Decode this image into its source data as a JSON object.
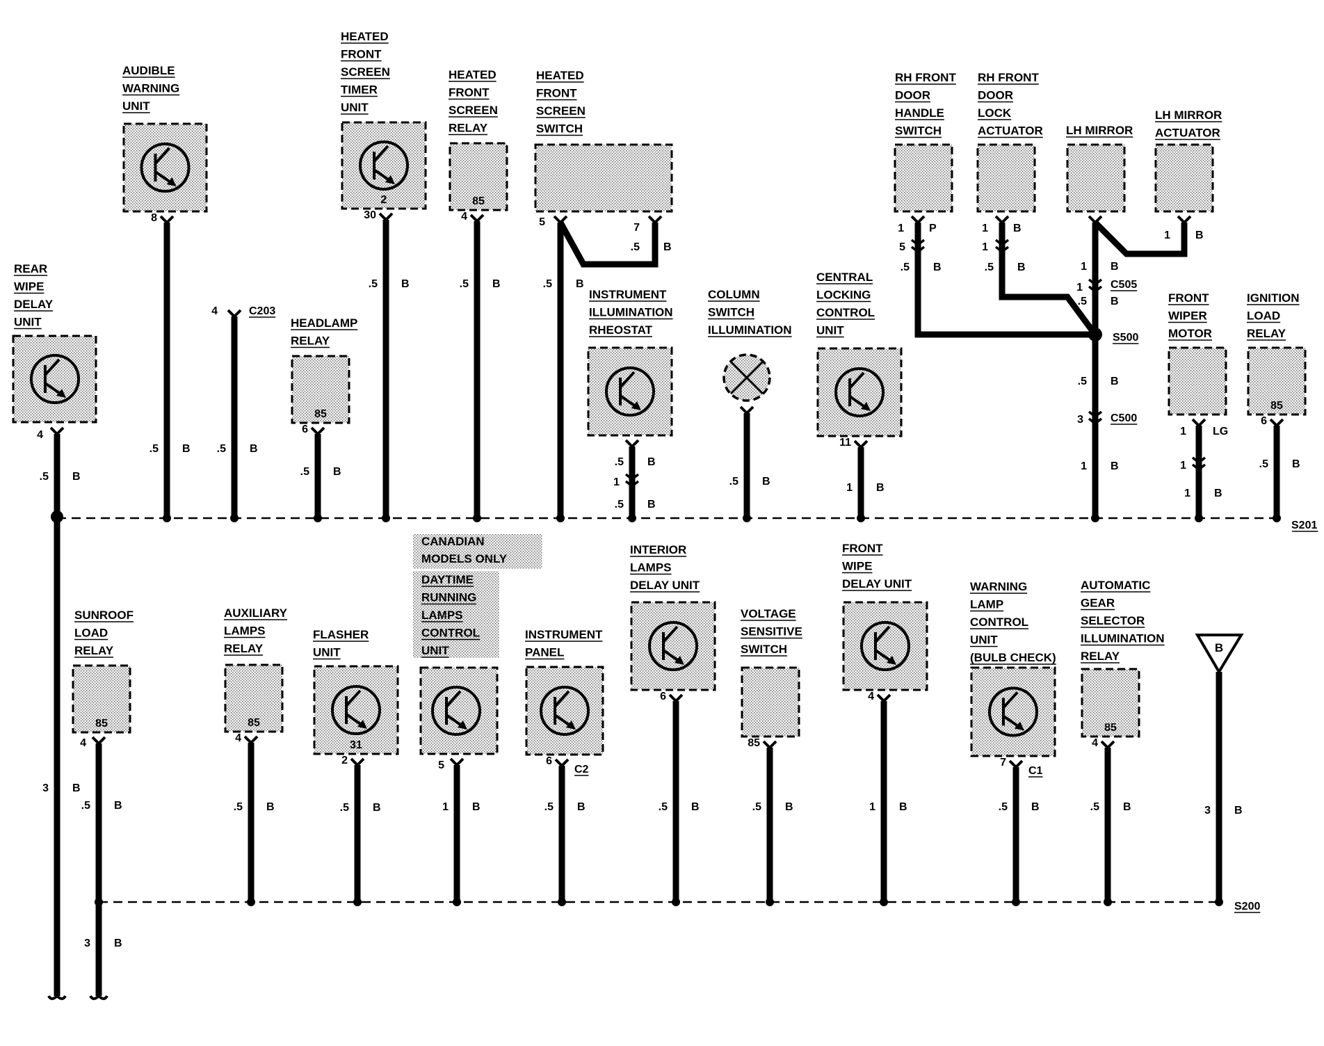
{
  "bus_labels": {
    "upper": "S201",
    "lower": "S200"
  },
  "canadian_note": [
    "CANADIAN",
    "MODELS ONLY"
  ],
  "ground_symbol": "B",
  "components": [
    {
      "id": "rear-wipe-delay-unit",
      "label": [
        "REAR",
        "WIPE",
        "DELAY",
        "UNIT"
      ],
      "type": "transistor",
      "pin": "4",
      "wire": [
        ".5",
        "B"
      ]
    },
    {
      "id": "audible-warning-unit",
      "label": [
        "AUDIBLE",
        "WARNING",
        "UNIT"
      ],
      "type": "transistor",
      "pin": "8",
      "wire": [
        ".5",
        "B"
      ]
    },
    {
      "id": "c203",
      "label": [
        "C203"
      ],
      "type": "connector",
      "pin": "4",
      "wire": [
        ".5",
        "B"
      ]
    },
    {
      "id": "headlamp-relay",
      "label": [
        "HEADLAMP",
        "RELAY"
      ],
      "type": "relay",
      "inner": "85",
      "pin": "6",
      "wire": [
        ".5",
        "B"
      ]
    },
    {
      "id": "heated-front-screen-timer-unit",
      "label": [
        "HEATED",
        "FRONT",
        "SCREEN",
        "TIMER",
        "UNIT"
      ],
      "type": "transistor",
      "inner": "2",
      "pin": "30",
      "wire": [
        ".5",
        "B"
      ]
    },
    {
      "id": "heated-front-screen-relay",
      "label": [
        "HEATED",
        "FRONT",
        "SCREEN",
        "RELAY"
      ],
      "type": "relay",
      "inner": "85",
      "pin": "4",
      "wire": [
        ".5",
        "B"
      ]
    },
    {
      "id": "heated-front-screen-switch",
      "label": [
        "HEATED",
        "FRONT",
        "SCREEN",
        "SWITCH"
      ],
      "type": "switch",
      "pin": "5",
      "pin2": "7",
      "wire": [
        ".5",
        "B"
      ],
      "wire2": [
        ".5",
        "B"
      ]
    },
    {
      "id": "instrument-illumination-rheostat",
      "label": [
        "INSTRUMENT",
        "ILLUMINATION",
        "RHEOSTAT"
      ],
      "type": "transistor",
      "wire": [
        ".5",
        "B"
      ],
      "conn_pin": "1",
      "wire_lower": [
        ".5",
        "B"
      ]
    },
    {
      "id": "column-switch-illumination",
      "label": [
        "COLUMN",
        "SWITCH",
        "ILLUMINATION"
      ],
      "type": "lamp",
      "wire": [
        ".5",
        "B"
      ]
    },
    {
      "id": "central-locking-control-unit",
      "label": [
        "CENTRAL",
        "LOCKING",
        "CONTROL",
        "UNIT"
      ],
      "type": "transistor",
      "pin": "11",
      "wire": [
        "1",
        "B"
      ]
    },
    {
      "id": "rh-front-door-handle-switch",
      "label": [
        "RH FRONT",
        "DOOR",
        "HANDLE",
        "SWITCH"
      ],
      "type": "switch",
      "pin": "1",
      "wire": [
        "P"
      ],
      "conn_pin": "5",
      "wire_lower": [
        ".5",
        "B"
      ]
    },
    {
      "id": "rh-front-door-lock-actuator",
      "label": [
        "RH FRONT",
        "DOOR",
        "LOCK",
        "ACTUATOR"
      ],
      "type": "switch",
      "pin": "1",
      "wire": [
        "B"
      ],
      "conn_pin": "1",
      "wire_lower": [
        ".5",
        "B"
      ]
    },
    {
      "id": "lh-mirror",
      "label": [
        "LH MIRROR"
      ],
      "type": "switch",
      "pin": "1",
      "wire": [
        "B"
      ],
      "conn": "C505",
      "conn_pin": "1",
      "wire_lower": [
        ".5",
        "B"
      ]
    },
    {
      "id": "lh-mirror-actuator",
      "label": [
        "LH MIRROR",
        "ACTUATOR"
      ],
      "type": "switch",
      "pin": "1",
      "wire": [
        "B"
      ]
    },
    {
      "id": "s500",
      "label": [
        "S500"
      ],
      "type": "splice",
      "wire": [
        ".5",
        "B"
      ],
      "conn": "C500",
      "conn_pin": "3",
      "wire_lower": [
        "1",
        "B"
      ]
    },
    {
      "id": "front-wiper-motor",
      "label": [
        "FRONT",
        "WIPER",
        "MOTOR"
      ],
      "type": "switch",
      "pin": "1",
      "wire": [
        "LG"
      ],
      "conn_pin": "1",
      "wire_lower": [
        "1",
        "B"
      ]
    },
    {
      "id": "ignition-load-relay",
      "label": [
        "IGNITION",
        "LOAD",
        "RELAY"
      ],
      "type": "relay",
      "inner": "85",
      "pin": "6",
      "wire": [
        ".5",
        "B"
      ]
    },
    {
      "id": "main-ground-trunk",
      "wire": [
        "3",
        "B"
      ]
    },
    {
      "id": "sunroof-load-relay",
      "label": [
        "SUNROOF",
        "LOAD",
        "RELAY"
      ],
      "type": "relay",
      "inner": "85",
      "pin": "4",
      "wire": [
        ".5",
        "B"
      ],
      "wire_lower": [
        "3",
        "B"
      ]
    },
    {
      "id": "auxiliary-lamps-relay",
      "label": [
        "AUXILIARY",
        "LAMPS",
        "RELAY"
      ],
      "type": "relay",
      "inner": "85",
      "pin": "4",
      "wire": [
        ".5",
        "B"
      ]
    },
    {
      "id": "flasher-unit",
      "label": [
        "FLASHER",
        "UNIT"
      ],
      "type": "transistor",
      "inner": "31",
      "pin": "2",
      "wire": [
        ".5",
        "B"
      ]
    },
    {
      "id": "daytime-running-lamps-control-unit",
      "label": [
        "DAYTIME",
        "RUNNING",
        "LAMPS",
        "CONTROL",
        "UNIT"
      ],
      "type": "transistor",
      "pin": "5",
      "wire": [
        "1",
        "B"
      ]
    },
    {
      "id": "instrument-panel",
      "label": [
        "INSTRUMENT",
        "PANEL"
      ],
      "type": "transistor",
      "pin": "6",
      "conn": "C2",
      "wire": [
        ".5",
        "B"
      ]
    },
    {
      "id": "interior-lamps-delay-unit",
      "label": [
        "INTERIOR",
        "LAMPS",
        "DELAY UNIT"
      ],
      "type": "transistor",
      "pin": "6",
      "wire": [
        ".5",
        "B"
      ]
    },
    {
      "id": "voltage-sensitive-switch",
      "label": [
        "VOLTAGE",
        "SENSITIVE",
        "SWITCH"
      ],
      "type": "switch",
      "pin": "85",
      "wire": [
        ".5",
        "B"
      ]
    },
    {
      "id": "front-wipe-delay-unit",
      "label": [
        "FRONT",
        "WIPE",
        "DELAY UNIT"
      ],
      "type": "transistor",
      "pin": "4",
      "wire": [
        "1",
        "B"
      ]
    },
    {
      "id": "warning-lamp-control-unit",
      "label": [
        "WARNING",
        "LAMP",
        "CONTROL",
        "UNIT",
        "(BULB CHECK)"
      ],
      "type": "transistor",
      "pin": "7",
      "conn": "C1",
      "wire": [
        ".5",
        "B"
      ]
    },
    {
      "id": "automatic-gear-selector-illumination-relay",
      "label": [
        "AUTOMATIC",
        "GEAR",
        "SELECTOR",
        "ILLUMINATION",
        "RELAY"
      ],
      "type": "relay",
      "inner": "85",
      "pin": "4",
      "wire": [
        ".5",
        "B"
      ]
    },
    {
      "id": "ground-b",
      "type": "ground",
      "wire": [
        "3",
        "B"
      ]
    }
  ]
}
